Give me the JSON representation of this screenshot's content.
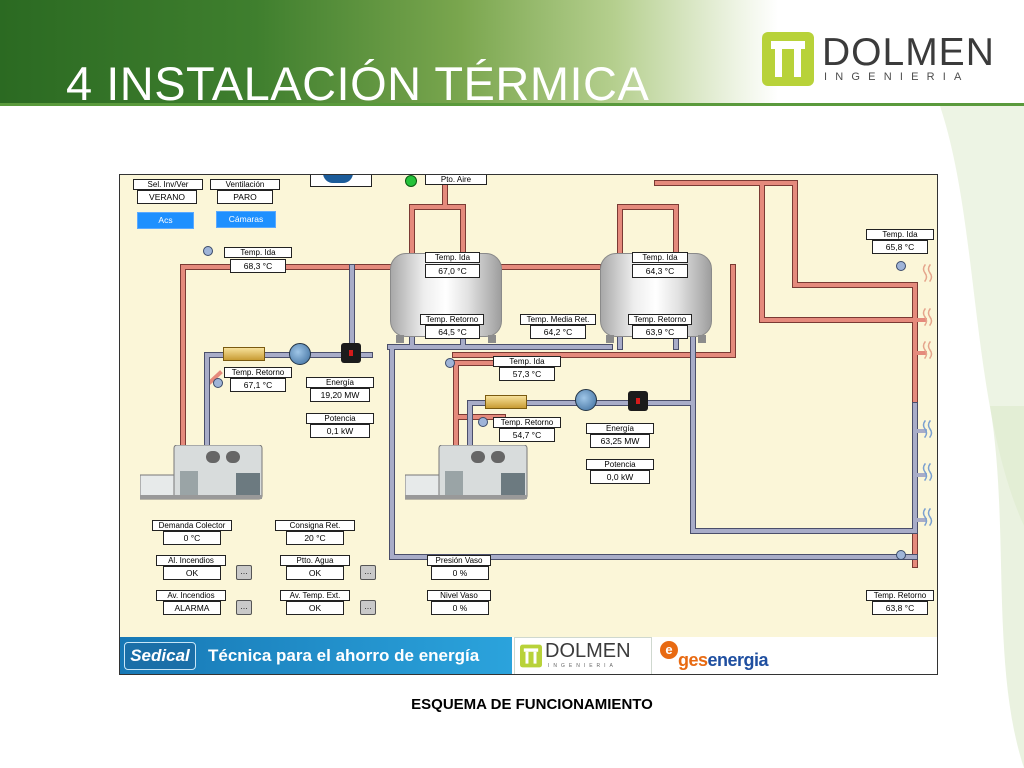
{
  "slide": {
    "title": "4 INSTALACIÓN TÉRMICA",
    "caption": "ESQUEMA DE FUNCIONAMIENTO"
  },
  "logo": {
    "name": "DOLMEN",
    "sub": "INGENIERIA"
  },
  "colors": {
    "hot_pipe": "#e58a7c",
    "cold_pipe": "#a8acc8",
    "panel_bg": "#fbf6d8",
    "accent_blue": "#1e90ff",
    "brand_green": "#5a9a3c"
  },
  "controls": {
    "sel_inv_ver": {
      "label": "Sel. Inv/Ver",
      "value": "VERANO"
    },
    "ventilacion": {
      "label": "Ventilación",
      "value": "PARO"
    },
    "acs_button": "Acs",
    "camaras_button": "Cámaras",
    "pto_aire": "Pto. Aire"
  },
  "readings": {
    "ida_boiler1": {
      "label": "Temp. Ida",
      "value": "68,3 °C"
    },
    "retorno_boiler1": {
      "label": "Temp. Retorno",
      "value": "67,1 °C"
    },
    "energia1": {
      "label": "Energía",
      "value": "19,20 MW"
    },
    "potencia1": {
      "label": "Potencia",
      "value": "0,1 kW"
    },
    "ida_tank1": {
      "label": "Temp. Ida",
      "value": "67,0 °C"
    },
    "retorno_tank1": {
      "label": "Temp. Retorno",
      "value": "64,5 °C"
    },
    "media_ret": {
      "label": "Temp. Media Ret.",
      "value": "64,2 °C"
    },
    "ida_tank2": {
      "label": "Temp. Ida",
      "value": "64,3 °C"
    },
    "retorno_tank2": {
      "label": "Temp. Retorno",
      "value": "63,9 °C"
    },
    "ida_boiler2": {
      "label": "Temp. Ida",
      "value": "57,3 °C"
    },
    "retorno_boiler2": {
      "label": "Temp. Retorno",
      "value": "54,7 °C"
    },
    "energia2": {
      "label": "Energía",
      "value": "63,25 MW"
    },
    "potencia2": {
      "label": "Potencia",
      "value": "0,0 kW"
    },
    "ida_right": {
      "label": "Temp. Ida",
      "value": "65,8 °C"
    },
    "retorno_right": {
      "label": "Temp. Retorno",
      "value": "63,8 °C"
    }
  },
  "status": {
    "demanda": {
      "label": "Demanda Colector",
      "value": "0 °C"
    },
    "consigna": {
      "label": "Consigna Ret.",
      "value": "20 °C"
    },
    "al_incendios": {
      "label": "Al. Incendios",
      "value": "OK"
    },
    "pto_agua": {
      "label": "Ptto. Agua",
      "value": "OK"
    },
    "presion_vaso": {
      "label": "Presión Vaso",
      "value": "0 %"
    },
    "av_incendios": {
      "label": "Av. Incendios",
      "value": "ALARMA"
    },
    "av_temp_ext": {
      "label": "Av. Temp. Ext.",
      "value": "OK"
    },
    "nivel_vaso": {
      "label": "Nivel Vaso",
      "value": "0 %"
    },
    "mini_button": "..."
  },
  "banner": {
    "sedical": "Sedical",
    "tagline": "Técnica para el ahorro de energía",
    "dolmen": "DOLMEN",
    "dolmen_sub": "INGENIERIA",
    "ges_e": "e",
    "ges_a": "ges",
    "ges_b": "energia"
  }
}
